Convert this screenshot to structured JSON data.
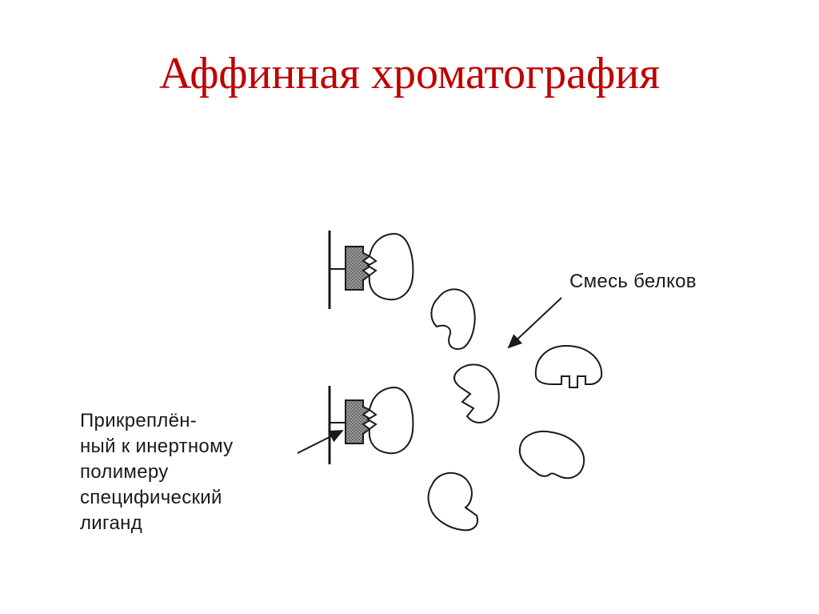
{
  "title": "Аффинная хроматография",
  "labels": {
    "protein_mixture": "Смесь белков",
    "ligand_lines": [
      "Прикреплён-",
      "ный к инертному",
      "полимеру",
      "специфический",
      "лиганд"
    ]
  },
  "colors": {
    "title": "#c00000",
    "ink": "#1a1a1a"
  }
}
